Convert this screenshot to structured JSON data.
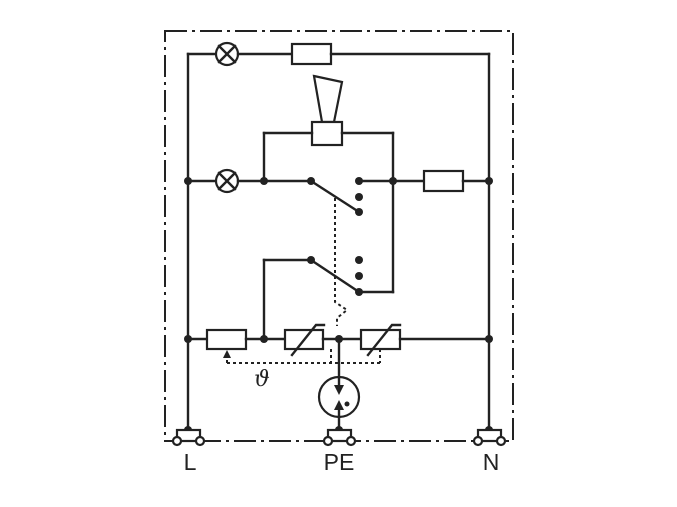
{
  "diagram": {
    "terminals": [
      {
        "label": "L"
      },
      {
        "label": "PE"
      },
      {
        "label": "N"
      }
    ],
    "thermal_symbol": "ϑ",
    "colors": {
      "ink": "#222222",
      "background": "#ffffff"
    }
  }
}
